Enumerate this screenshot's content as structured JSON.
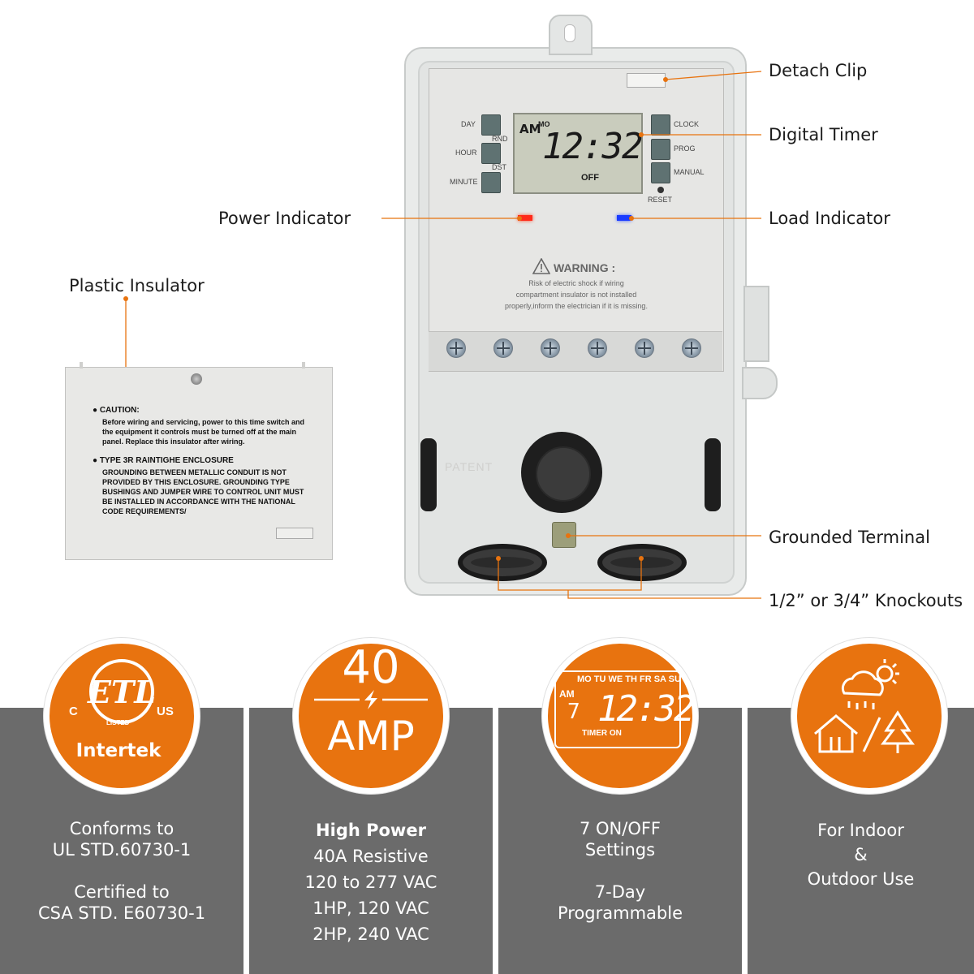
{
  "callouts": {
    "detach_clip": "Detach Clip",
    "digital_timer": "Digital Timer",
    "power_indicator": "Power Indicator",
    "load_indicator": "Load Indicator",
    "plastic_insulator": "Plastic Insulator",
    "grounded_terminal": "Grounded Terminal",
    "knockouts": "1/2” or 3/4” Knockouts"
  },
  "device": {
    "buttons_left": [
      "DAY",
      "HOUR",
      "MINUTE"
    ],
    "buttons_left_sub": [
      "RND",
      "DST"
    ],
    "buttons_right": [
      "CLOCK",
      "PROG",
      "MANUAL"
    ],
    "reset": "RESET",
    "lcd_ampm": "AM",
    "lcd_day": "MO",
    "lcd_time": "12:32",
    "lcd_status": "OFF",
    "warning_title": "WARNING :",
    "warning_lines": [
      "Risk of electric shock if wiring",
      "compartment insulator is not installed",
      "properly,inform the electrician if it is missing."
    ],
    "patent": "PATENT"
  },
  "insulator": {
    "caution_title": "CAUTION:",
    "caution_text": "Before wiring and servicing, power to this time switch and the equipment it controls must be turned off at the main panel. Replace this insulator after wiring.",
    "enclosure_title": "TYPE 3R RAINTIGHE ENCLOSURE",
    "enclosure_text": "GROUNDING BETWEEN METALLIC CONDUIT IS NOT PROVIDED BY THIS ENCLOSURE. GROUNDING TYPE BUSHINGS AND JUMPER WIRE TO CONTROL UNIT MUST BE INSTALLED IN ACCORDANCE WITH THE NATIONAL CODE REQUIREMENTS/"
  },
  "features": [
    {
      "icon": "etl-listed-icon",
      "badge_c": "C",
      "badge_us": "US",
      "badge_listed": "LISTED",
      "badge_brand": "Intertek",
      "lines_a": [
        "Conforms to",
        "UL STD.60730-1"
      ],
      "lines_b": [
        "Certified to",
        "CSA STD. E60730-1"
      ]
    },
    {
      "icon": "lightning-icon",
      "badge_top": "40",
      "badge_bottom": "AMP",
      "heading": "High Power",
      "lines": [
        "40A Resistive",
        "120 to 277 VAC",
        "1HP, 120 VAC",
        "2HP, 240 VAC"
      ]
    },
    {
      "icon": "lcd-timer-icon",
      "badge_days": "MO TU WE TH FR SA SU",
      "badge_am": "AM",
      "badge_digit": "7",
      "badge_time": "12:32",
      "badge_status": "TIMER ON",
      "lines_a": [
        "7 ON/OFF",
        "Settings"
      ],
      "lines_b": [
        "7-Day",
        "Programmable"
      ]
    },
    {
      "icon": "weather-house-tree-icon",
      "lines": [
        "For Indoor",
        "&",
        "Outdoor Use"
      ]
    }
  ],
  "colors": {
    "accent": "#e8730f",
    "panel": "#6b6b6b",
    "callout_line": "#e8730f"
  }
}
